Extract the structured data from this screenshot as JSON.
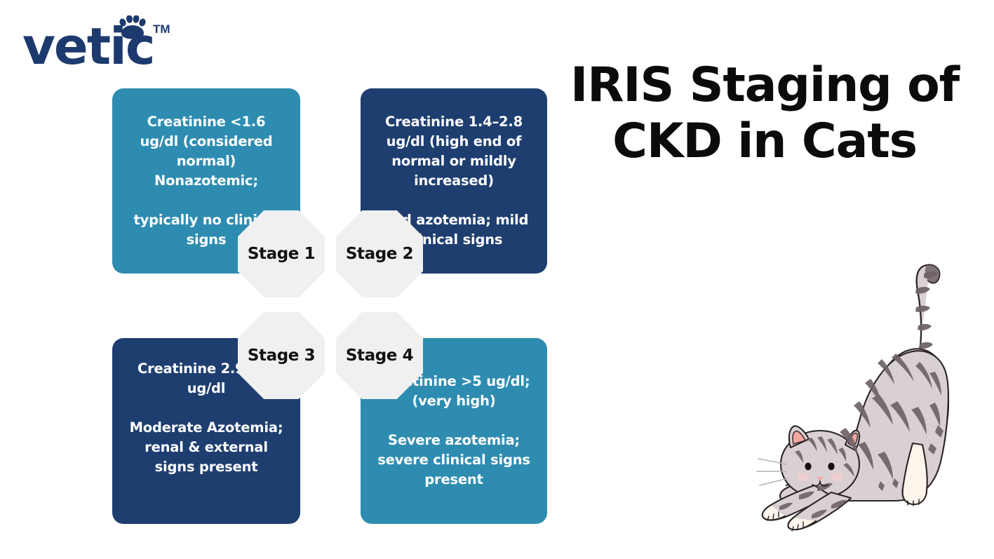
{
  "brand": {
    "name": "vetic",
    "trademark": "TM",
    "logo_color": "#1d3a6e",
    "paw_icon": "paw-print-icon"
  },
  "title": {
    "line1": "IRIS Staging of",
    "line2": "CKD in Cats",
    "color": "#0b0b0b"
  },
  "palette": {
    "teal": "#2e8cb0",
    "navy": "#1e3e70",
    "badge_gray": "#f0f0f0",
    "background": "#ffffff"
  },
  "stages": [
    {
      "badge_label": "Stage 1",
      "color": "#2e8cb0",
      "body": "Creatinine <1.6 ug/dl (considered normal) Nonazotemic;\n\ntypically no clinical signs"
    },
    {
      "badge_label": "Stage 2",
      "color": "#1e3e70",
      "body": "Creatinine 1.4–2.8 ug/dl (high end of normal or mildly increased)\n\nMild azotemia; mild clinical signs"
    },
    {
      "badge_label": "Stage 3",
      "color": "#1e3e70",
      "body": "Creatinine 2.9–5.0 ug/dl\n\nModerate Azotemia; renal & external signs present"
    },
    {
      "badge_label": "Stage 4",
      "color": "#2e8cb0",
      "body": "Creatinine >5 ug/dl; (very high)\n\nSevere azotemia; severe clinical signs present"
    }
  ],
  "illustration": {
    "name": "stretching-tabby-cat",
    "body_color": "#d8d0d3",
    "stripe_color": "#6e6368",
    "paw_color": "#fdf6ec",
    "ear_inner_color": "#f4a6a0",
    "outline_color": "#2b2426"
  }
}
